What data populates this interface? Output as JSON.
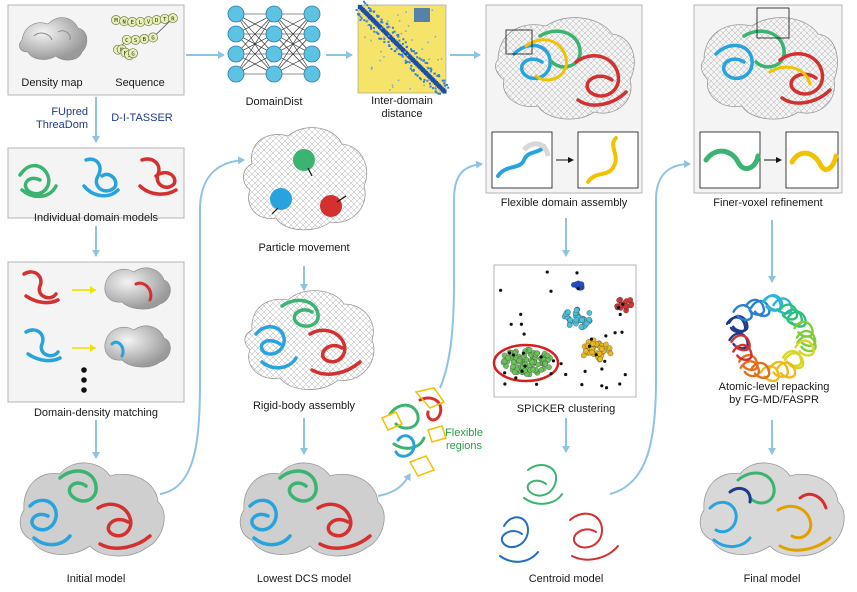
{
  "labels": {
    "density_map": "Density map",
    "sequence": "Sequence",
    "sequence_text": "MNELVDTRGBSCTNMSG",
    "domaindist": "DomainDist",
    "inter_domain_distance": "Inter-domain distance",
    "flexible_domain_assembly": "Flexible domain assembly",
    "finer_voxel_refinement": "Finer-voxel refinement",
    "fupred_threadom": "FUpred ThreaDom",
    "d_i_tasser": "D-I-TASSER",
    "individual_domain_models": "Individual domain models",
    "particle_movement": "Particle movement",
    "domain_density_matching": "Domain-density matching",
    "rigid_body_assembly": "Rigid-body assembly",
    "spicker_clustering": "SPICKER clustering",
    "atomic_level_repacking": "Atomic-level repacking by FG-MD/FASPR",
    "flexible_regions": "Flexible regions",
    "initial_model": "Initial model",
    "lowest_dcs_model": "Lowest DCS model",
    "centroid_model": "Centroid model",
    "final_model": "Final model"
  },
  "colors": {
    "arrow": "#8fc3e0",
    "domain_green": "#3cb371",
    "domain_blue": "#29a3dd",
    "domain_red": "#d43030",
    "domain_yellow": "#f2c200",
    "density_gray": "#c8c8c8",
    "panel_border": "#b5b5b5",
    "panel_bg": "#f4f4f4",
    "nn_node": "#5ec3e3"
  }
}
